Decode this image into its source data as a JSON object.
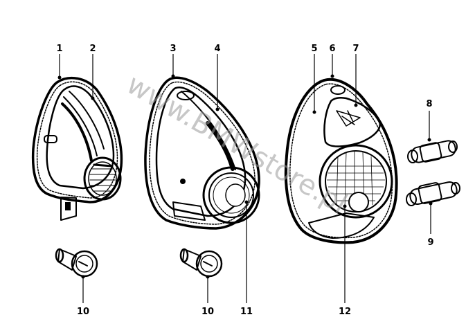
{
  "watermark": "www.BMWstore.pl",
  "callouts": [
    {
      "id": "c1",
      "label": "1"
    },
    {
      "id": "c2",
      "label": "2"
    },
    {
      "id": "c3",
      "label": "3"
    },
    {
      "id": "c4",
      "label": "4"
    },
    {
      "id": "c5",
      "label": "5"
    },
    {
      "id": "c6",
      "label": "6"
    },
    {
      "id": "c7",
      "label": "7"
    },
    {
      "id": "c8",
      "label": "8"
    },
    {
      "id": "c9",
      "label": "9"
    },
    {
      "id": "c10a",
      "label": "10"
    },
    {
      "id": "c10b",
      "label": "10"
    },
    {
      "id": "c11",
      "label": "11"
    },
    {
      "id": "c12",
      "label": "12"
    }
  ]
}
